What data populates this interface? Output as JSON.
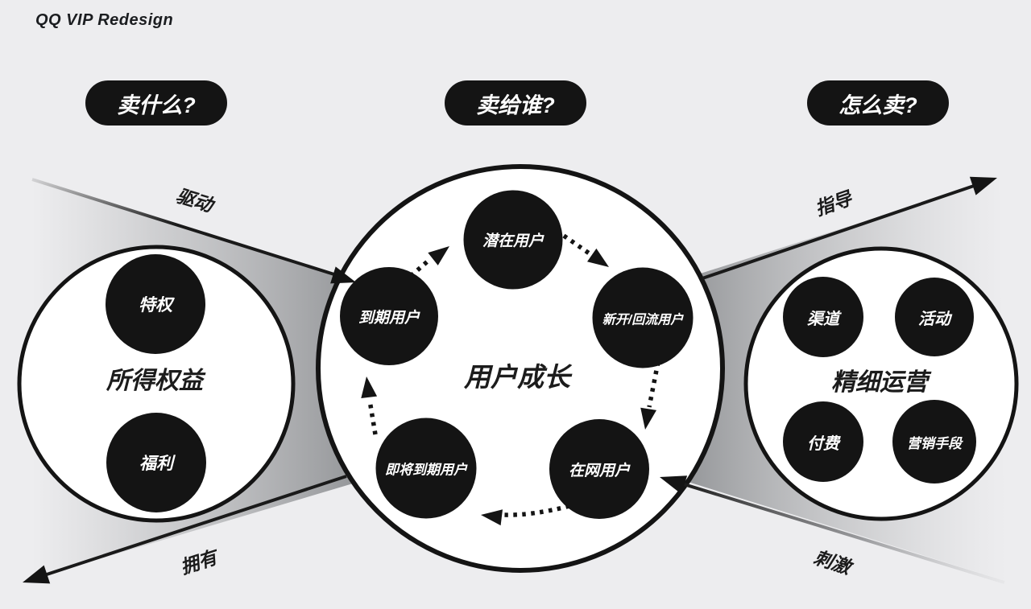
{
  "page": {
    "title": "QQ VIP Redesign",
    "background_color": "#ededef",
    "accent_color": "#141414",
    "ribbon_gray": "#8e9093"
  },
  "questions": [
    {
      "label": "卖什么?"
    },
    {
      "label": "卖给谁?"
    },
    {
      "label": "怎么卖?"
    }
  ],
  "benefits": {
    "title": "所得权益",
    "items": [
      {
        "label": "特权"
      },
      {
        "label": "福利"
      }
    ]
  },
  "growth": {
    "title": "用户成长",
    "items": [
      {
        "label": "潜在用户"
      },
      {
        "label": "新开/回流用户"
      },
      {
        "label": "在网用户"
      },
      {
        "label": "即将到期用户"
      },
      {
        "label": "到期用户"
      }
    ]
  },
  "operations": {
    "title": "精细运营",
    "items": [
      {
        "label": "渠道"
      },
      {
        "label": "活动"
      },
      {
        "label": "付费"
      },
      {
        "label": "营销手段"
      }
    ]
  },
  "flows": {
    "drive": "驱动",
    "guide": "指导",
    "own": "拥有",
    "stimulate": "刺激"
  }
}
